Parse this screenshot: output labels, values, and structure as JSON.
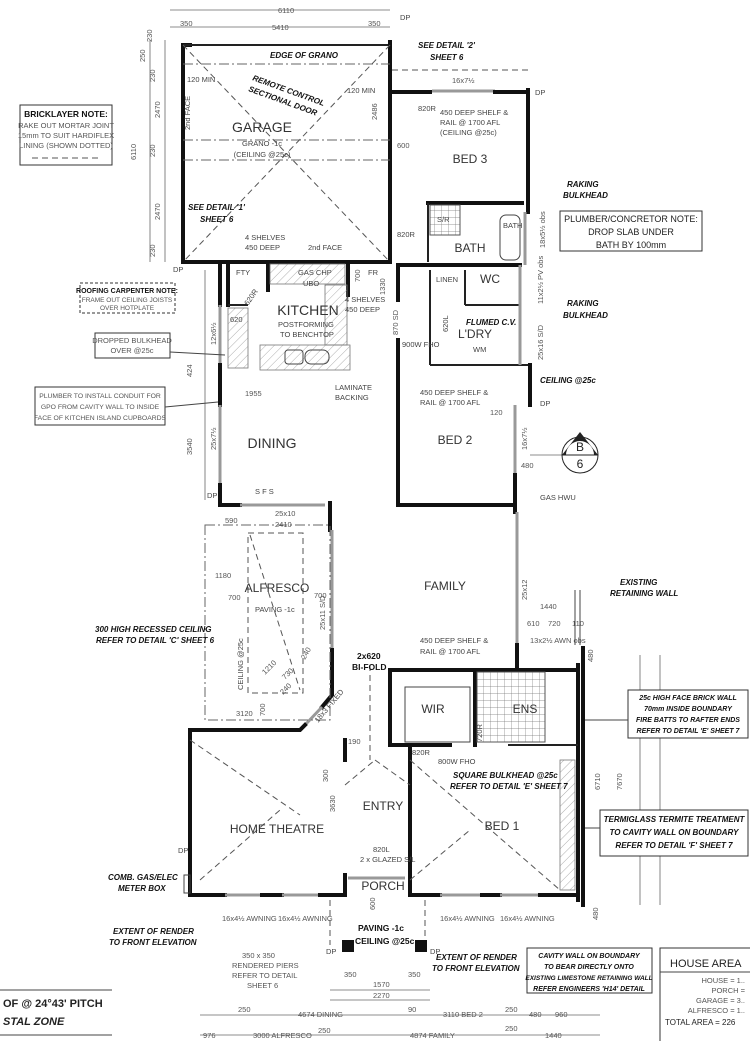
{
  "rooms": {
    "garage": "GARAGE",
    "bed3": "BED 3",
    "bath": "BATH",
    "wc": "WC",
    "linen": "LINEN",
    "ldry": "L'DRY",
    "kitchen": "KITCHEN",
    "dining": "DINING",
    "bed2": "BED 2",
    "family": "FAMILY",
    "alfresco": "ALFRESCO",
    "wir": "WIR",
    "ens": "ENS",
    "entry": "ENTRY",
    "home_theatre": "HOME THEATRE",
    "bed1": "BED 1",
    "porch": "PORCH"
  },
  "labels": {
    "edge_of_grano": "EDGE OF GRANO",
    "remote_control": "REMOTE CONTROL",
    "sectional_door": "SECTIONAL DOOR",
    "grano": "GRANO -1c",
    "garage_ceiling": "(CEILING @25c)",
    "min120": "120 MIN",
    "second_face": "2nd FACE",
    "see_detail_1": "SEE DETAIL '1'",
    "see_detail_2": "SEE DETAIL '2'",
    "sheet_6": "SHEET 6",
    "garage_shelves_1": "4 SHELVES",
    "garage_shelves_2": "450 DEEP",
    "bed3_shelf_1": "450 DEEP SHELF &",
    "bed3_shelf_2": "RAIL @ 1700 AFL",
    "bed3_shelf_3": "(CEILING @25c)",
    "door_820r": "820R",
    "door_820l": "820L",
    "door_620r": "620R",
    "door_620": "620",
    "door_620l": "620L",
    "door_720r": "720R",
    "raking": "RAKING",
    "bulkhead": "BULKHEAD",
    "sr": "S/R",
    "bath_small": "BATH",
    "dp": "DP",
    "fty": "FTY",
    "gas_chp": "GAS CHP",
    "ubo": "UBO",
    "fr": "FR",
    "kit_shelves_1": "4 SHELVES",
    "kit_shelves_2": "450 DEEP",
    "postforming_1": "POSTFORMING",
    "postforming_2": "TO BENCHTOP",
    "laminate_1": "LAMINATE",
    "laminate_2": "BACKING",
    "fho900": "900W FHO",
    "flumed": "FLUMED C.V.",
    "wm": "WM",
    "ceiling_25c": "CEILING @25c",
    "bed2_shelf_1": "450 DEEP SHELF &",
    "bed2_shelf_2": "RAIL @ 1700 AFL",
    "gas_hwu": "GAS HWU",
    "section_b": "B",
    "section_6": "6",
    "sfs": "S   F   S",
    "paving": "PAVING -1c",
    "recessed_1": "300 HIGH RECESSED CEILING",
    "recessed_2": "REFER TO DETAIL 'C' SHEET 6",
    "alfresco_ceiling": "CEILING @25c",
    "bifold_1": "2x620",
    "bifold_2": "BI-FOLD",
    "fixed": "18x3 FIXED",
    "existing_1": "EXISTING",
    "existing_2": "RETAINING WALL",
    "wir_shelf_1": "450 DEEP SHELF &",
    "wir_shelf_2": "RAIL @ 1700 AFL",
    "fho800": "800W FHO",
    "sq_bulkhead_1": "SQUARE BULKHEAD @25c",
    "sq_bulkhead_2": "REFER TO DETAIL 'E' SHEET 7",
    "glazed": "2 x GLAZED S/L",
    "porch_paving": "PAVING -1c",
    "porch_ceiling": "CEILING @25c",
    "meter_1": "COMB. GAS/ELEC",
    "meter_2": "METER BOX",
    "meter": "METER",
    "render_1": "EXTENT OF RENDER",
    "render_2": "TO FRONT ELEVATION",
    "awning": "16x4½ AWNING",
    "piers_1": "350 x 350",
    "piers_2": "RENDERED PIERS",
    "piers_3": "REFER TO DETAIL",
    "piers_4": "SHEET 6",
    "title_1": "OF @ 24°43' PITCH",
    "title_2": "STAL ZONE"
  },
  "notes": {
    "bricklayer": [
      "BRICKLAYER NOTE:",
      "RAKE OUT MORTAR JOINT",
      "15mm TO SUIT HARDIFLEX",
      "LINING (SHOWN DOTTED)"
    ],
    "plumber_concretor": [
      "PLUMBER/CONCRETOR NOTE:",
      "DROP SLAB UNDER",
      "BATH BY 100mm"
    ],
    "roofing": [
      "ROOFING CARPENTER NOTE:",
      "FRAME OUT CEILING JOISTS",
      "OVER HOTPLATE"
    ],
    "dropped_bulkhead": [
      "DROPPED BULKHEAD",
      "OVER @25c"
    ],
    "conduit": [
      "PLUMBER TO INSTALL CONDUIT FOR",
      "GPO FROM CAVITY WALL TO INSIDE",
      "FACE OF KITCHEN ISLAND CUPBOARDS"
    ],
    "face_brick": [
      "25c HIGH FACE BRICK WALL",
      "70mm INSIDE BOUNDARY",
      "FIRE BATTS TO RAFTER ENDS",
      "REFER TO DETAIL 'E' SHEET 7"
    ],
    "termiglass": [
      "TERMIGLASS TERMITE TREATMENT",
      "TO CAVITY WALL ON BOUNDARY",
      "REFER TO DETAIL 'F' SHEET 7"
    ],
    "cavity_wall": [
      "CAVITY WALL ON BOUNDARY",
      "TO BEAR DIRECTLY ONTO",
      "EXISTING LIMESTONE RETAINING WALL",
      "REFER ENGINEERS 'H14' DETAIL"
    ]
  },
  "house_area": {
    "title": "HOUSE AREA",
    "rows": [
      "HOUSE = 1..",
      "PORCH = ",
      "GARAGE = 3..",
      "ALFRESCO = 1.."
    ],
    "total": "TOTAL AREA = 226"
  },
  "dims": {
    "d6110_top": "6110",
    "d5410": "5410",
    "d350a": "350",
    "d350b": "350",
    "d230a": "230",
    "d250": "250",
    "d230b": "230",
    "d2470a": "2470",
    "d230c": "230",
    "d2470b": "2470",
    "d230d": "230",
    "d6110_side": "6110",
    "d2486": "2486",
    "w16x7_1": "16x7½",
    "d600": "600",
    "w18x5": "18x5½ obs",
    "w11x2": "11x2½ PV obs",
    "w25x16": "25x16 S/D",
    "w16x7_2": "16x7½",
    "d480a": "480",
    "d120": "120",
    "d700a": "700",
    "d1330": "1330",
    "d870": "870 SD",
    "w12x6": "12x6½",
    "d424": "424",
    "d1955": "1955",
    "d3540": "3540",
    "w25x7": "25x7½",
    "w25x10": "25x10",
    "d590": "590",
    "d2410": "2410",
    "d1180": "1180",
    "d700b": "700",
    "d700c": "700",
    "w25x11": "25x11 S/D",
    "d1210": "1210",
    "d730": "730",
    "d240a": "240",
    "d240b": "240",
    "d3120": "3120",
    "d700d": "700",
    "d190": "190",
    "d300": "300",
    "w25x12": "25x12",
    "d1440a": "1440",
    "d610": "610",
    "d720": "720",
    "d110": "110",
    "w13x2": "13x2½ AWN obs",
    "d480b": "480",
    "d6710": "6710",
    "d7670": "7670",
    "d3630": "3630",
    "d600b": "600",
    "d480c": "480",
    "d350c": "350",
    "d1570": "1570",
    "d350d": "350",
    "d2270": "2270",
    "d250a": "250",
    "d4674": "4674 DINING",
    "d90": "90",
    "d3110": "3110 BED 2",
    "d250b": "250",
    "d480d": "480",
    "d960": "960",
    "d976": "976",
    "d3000": "3000 ALFRESCO",
    "d250c": "250",
    "d4874": "4874 FAMILY",
    "d250d": "250",
    "d1440b": "1440"
  }
}
